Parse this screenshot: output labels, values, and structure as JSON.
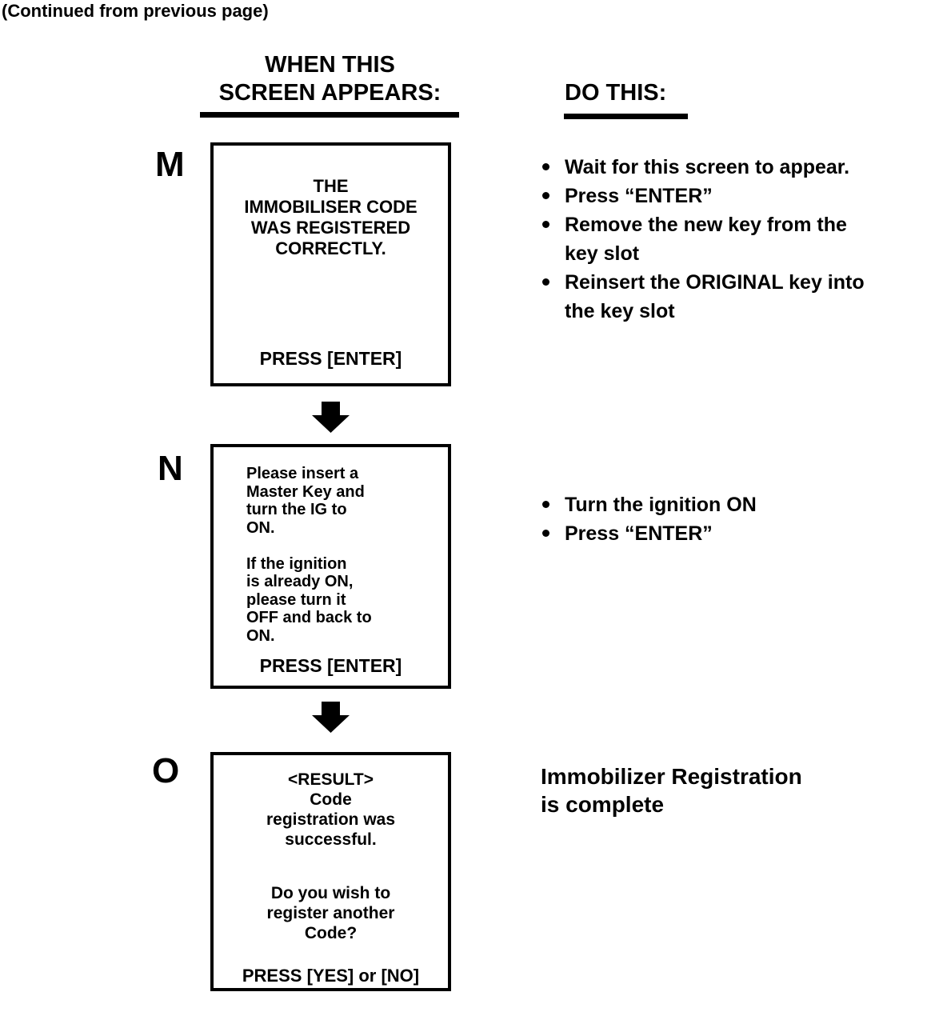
{
  "page": {
    "continued_note": "(Continued from previous page)",
    "left_column_header": "WHEN THIS\nSCREEN APPEARS:",
    "right_column_header": "DO THIS:"
  },
  "colors": {
    "ink": "#000000",
    "paper": "#ffffff"
  },
  "steps": [
    {
      "label": "M",
      "screen": {
        "body": "THE\nIMMOBILISER CODE\nWAS REGISTERED\nCORRECTLY.",
        "footer": "PRESS [ENTER]"
      },
      "do_items": [
        {
          "text": "Wait for this screen to appear."
        },
        {
          "text": "Press “ENTER”"
        },
        {
          "text": "Remove the new key from the\nkey slot"
        },
        {
          "text": "Reinsert the ORIGINAL key into\nthe key slot"
        }
      ]
    },
    {
      "label": "N",
      "screen": {
        "body": "Please insert a\nMaster Key and\nturn the IG to\nON.\n\nIf the ignition\nis already ON,\nplease turn it\nOFF and back to\nON.",
        "footer": "PRESS [ENTER]"
      },
      "do_items": [
        {
          "text": "Turn the ignition ON"
        },
        {
          "text": "Press “ENTER”"
        }
      ]
    },
    {
      "label": "O",
      "screen": {
        "body_top": "<RESULT>\nCode\nregistration was\nsuccessful.",
        "body_bottom": "Do you wish to\nregister another\nCode?",
        "footer": "PRESS [YES] or [NO]"
      },
      "completion_note": "Immobilizer Registration\nis complete"
    }
  ]
}
